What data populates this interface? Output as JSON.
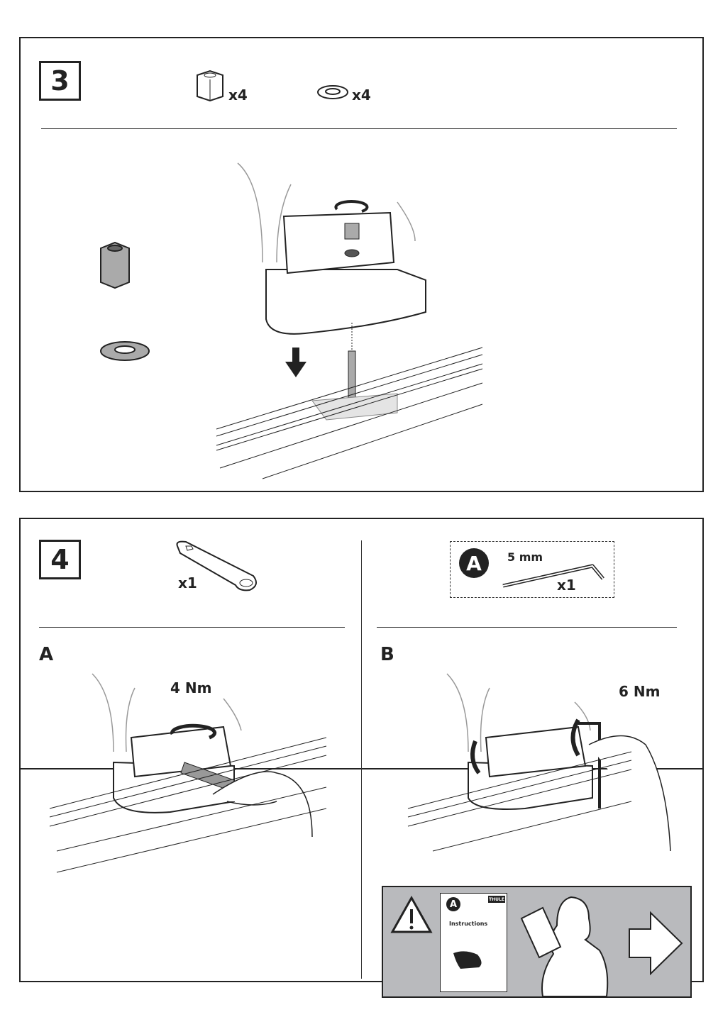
{
  "step3": {
    "number": "3",
    "parts": [
      {
        "icon": "hex-nut-icon",
        "qty": "x4"
      },
      {
        "icon": "washer-icon",
        "qty": "x4"
      }
    ]
  },
  "step4": {
    "number": "4",
    "tool_qty": "x1",
    "allen_key": {
      "badge": "A",
      "size": "5 mm",
      "qty": "x1"
    },
    "sub_a": {
      "label": "A",
      "torque": "4 Nm"
    },
    "sub_b": {
      "label": "B",
      "torque": "6 Nm"
    },
    "notice": {
      "brand": "THULE",
      "booklet_title": "Instructions",
      "booklet_badge": "A",
      "bg_color": "#b9babd"
    }
  }
}
